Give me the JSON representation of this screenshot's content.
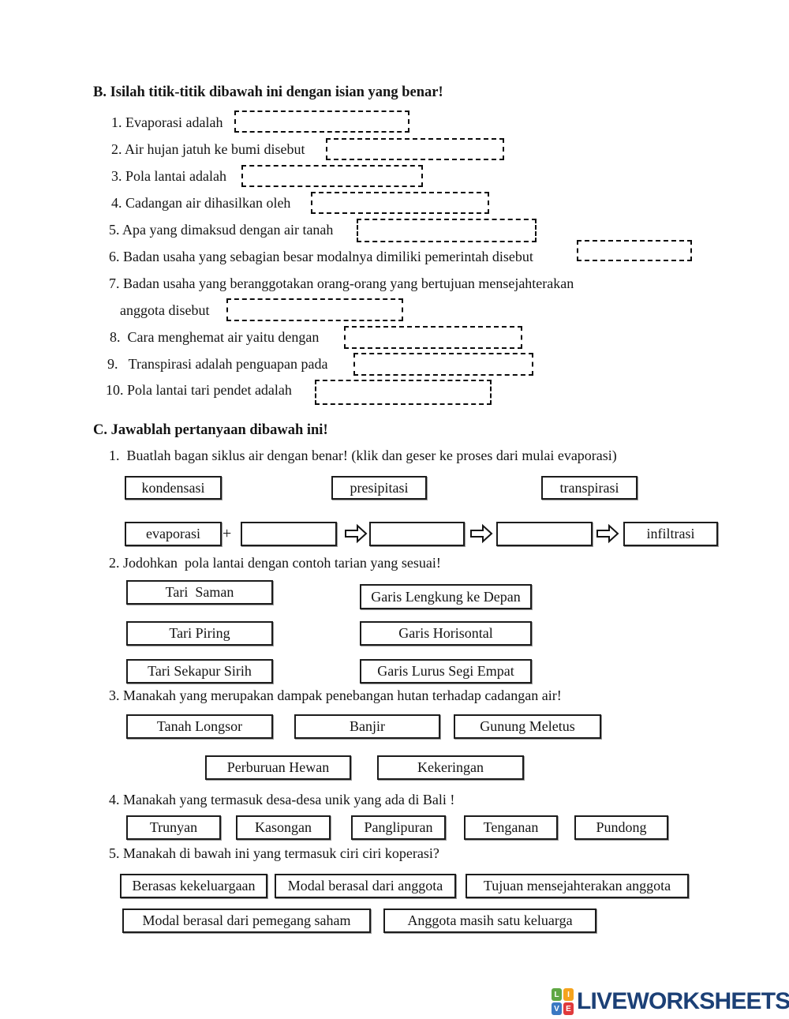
{
  "section_b": {
    "heading": "B. Isilah titik-titik dibawah ini dengan isian yang benar!",
    "items": [
      {
        "label": "1. Evaporasi adalah"
      },
      {
        "label": "2. Air hujan jatuh ke bumi disebut"
      },
      {
        "label": "3. Pola lantai adalah"
      },
      {
        "label": "4. Cadangan air dihasilkan oleh"
      },
      {
        "label": "5. Apa yang dimaksud dengan air tanah"
      },
      {
        "label": "6. Badan usaha yang sebagian besar modalnya dimiliki pemerintah disebut"
      },
      {
        "label": "7. Badan usaha yang beranggotakan orang-orang yang bertujuan mensejahterakan",
        "label2": "anggota disebut"
      },
      {
        "label": "8.  Cara menghemat air yaitu dengan"
      },
      {
        "label": "9.   Transpirasi adalah penguapan pada"
      },
      {
        "label": "10. Pola lantai tari pendet adalah"
      }
    ]
  },
  "section_c": {
    "heading": "C. Jawablah pertanyaan dibawah ini!",
    "q1": {
      "label": "1.  Buatlah bagan siklus air dengan benar! (klik dan geser ke proses dari mulai evaporasi)",
      "word_bank": [
        "kondensasi",
        "presipitasi",
        "transpirasi"
      ],
      "chain_start": "evaporasi",
      "plus": "+",
      "chain_end": "infiltrasi"
    },
    "q2": {
      "label": "2. Jodohkan  pola lantai dengan contoh tarian yang sesuai!",
      "left": [
        "Tari  Saman",
        "Tari Piring",
        "Tari Sekapur Sirih"
      ],
      "right": [
        "Garis Lengkung ke Depan",
        "Garis Horisontal",
        "Garis Lurus Segi Empat"
      ]
    },
    "q3": {
      "label": "3. Manakah yang merupakan dampak penebangan hutan terhadap cadangan air!",
      "row1": [
        "Tanah Longsor",
        "Banjir",
        "Gunung Meletus"
      ],
      "row2": [
        "Perburuan Hewan",
        "Kekeringan"
      ]
    },
    "q4": {
      "label": "4. Manakah yang termasuk desa-desa unik yang ada di Bali !",
      "options": [
        "Trunyan",
        "Kasongan",
        "Panglipuran",
        "Tenganan",
        "Pundong"
      ]
    },
    "q5": {
      "label": "5. Manakah di bawah ini yang termasuk ciri ciri koperasi?",
      "row1": [
        "Berasas kekeluargaan",
        "Modal berasal dari anggota",
        "Tujuan mensejahterakan anggota"
      ],
      "row2": [
        "Modal berasal dari pemegang saham",
        "Anggota masih satu keluarga"
      ]
    }
  },
  "icons": {
    "arrow": "rightwards-white-arrow-icon",
    "logo": "liveworksheets-logo"
  },
  "footer": {
    "logo_text": "LIVEWORKSHEETS",
    "logo_text_color": "#1c4076",
    "logo_tiles": [
      {
        "letter": "L",
        "color": "#5fa744"
      },
      {
        "letter": "I",
        "color": "#f5a31c"
      },
      {
        "letter": "V",
        "color": "#3a79c3"
      },
      {
        "letter": "E",
        "color": "#e03a3c"
      }
    ]
  }
}
